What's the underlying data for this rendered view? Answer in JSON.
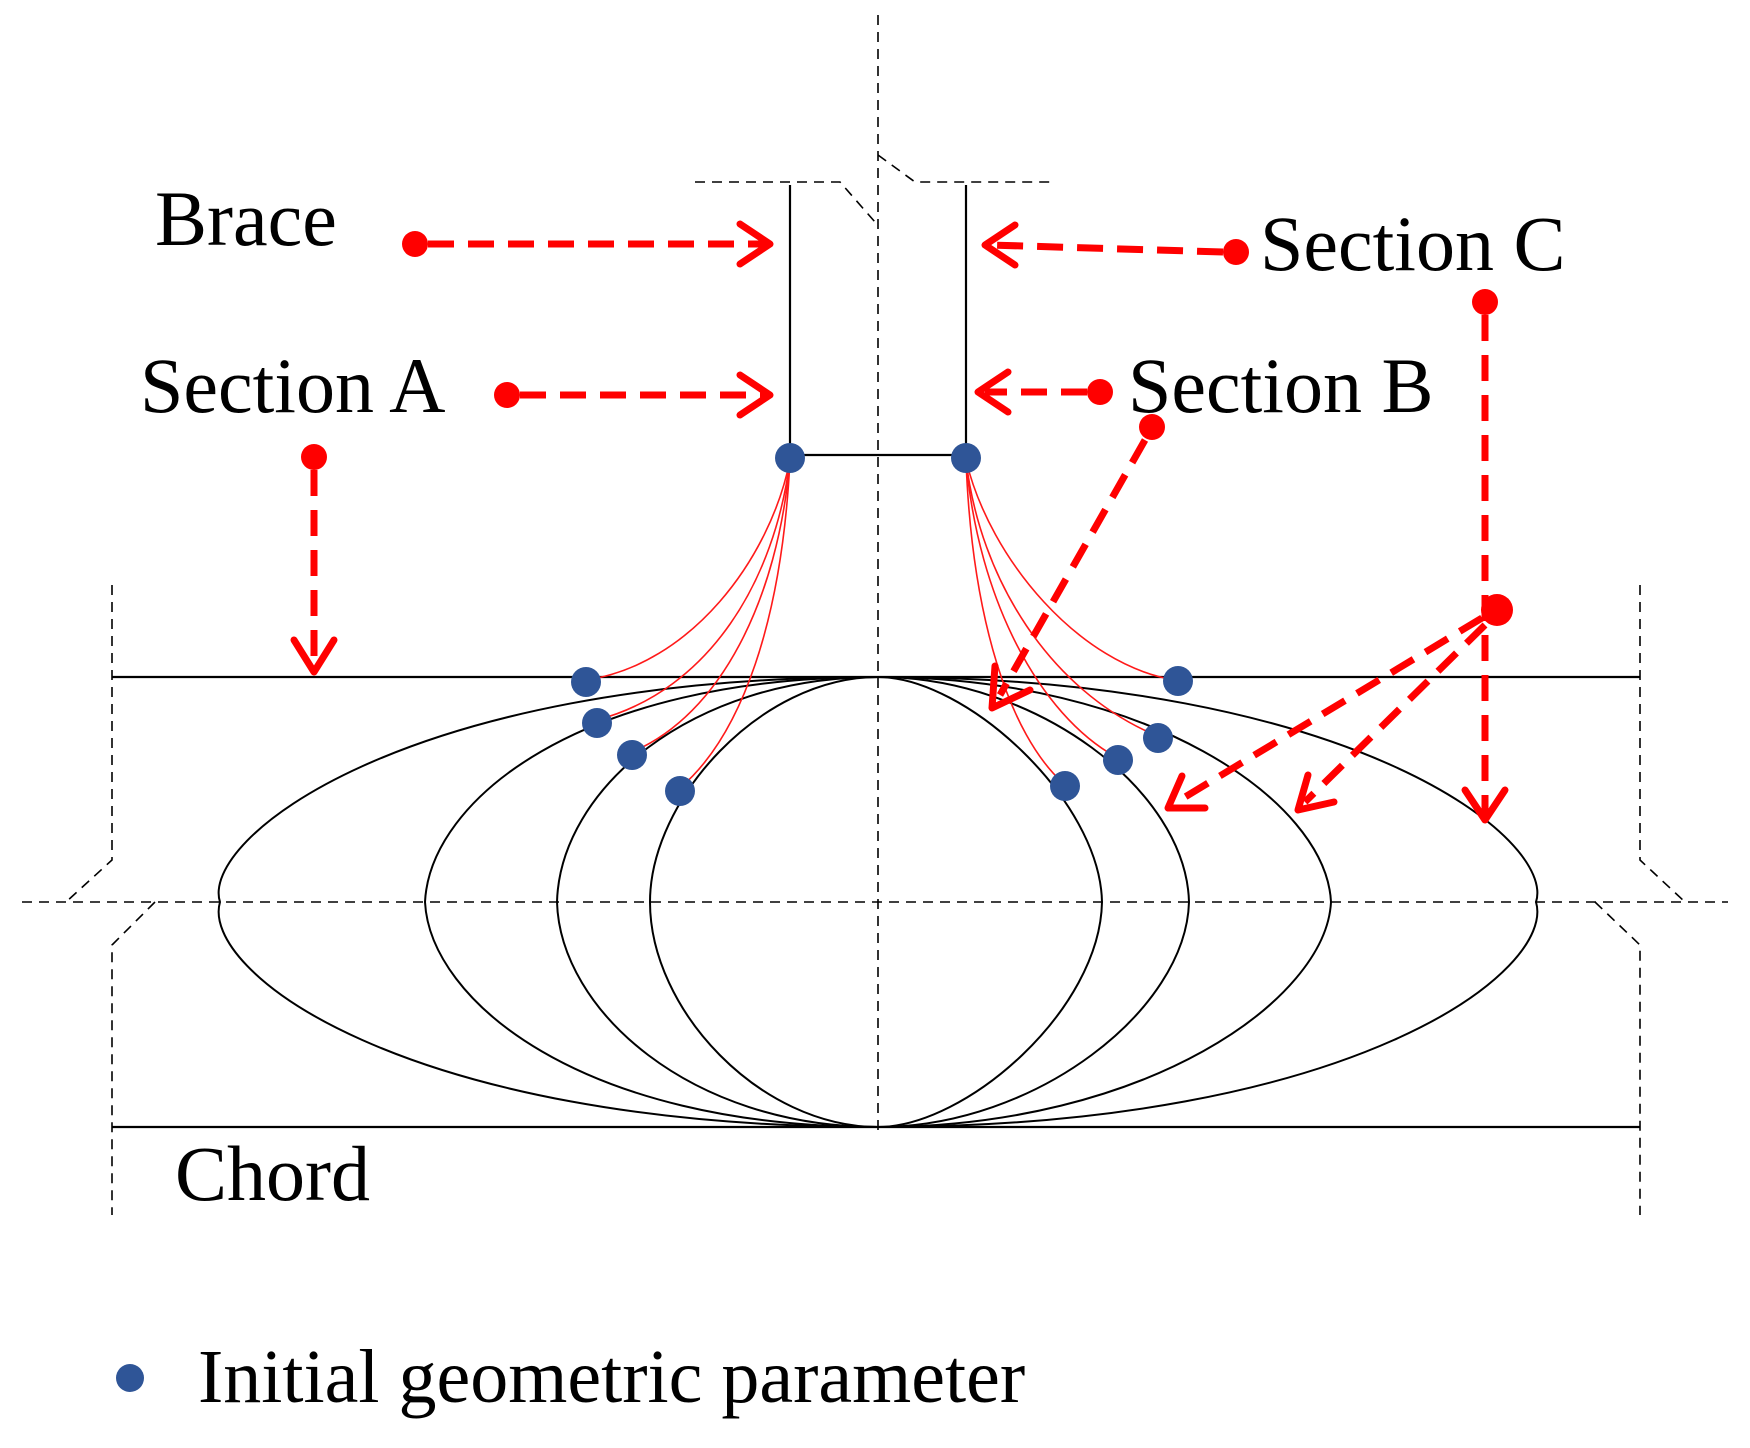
{
  "labels": {
    "brace": "Brace",
    "section_a": "Section A",
    "section_b": "Section B",
    "section_c": "Section C",
    "chord": "Chord"
  },
  "legend": {
    "initial_param": "Initial geometric parameter"
  },
  "colors": {
    "arrow": "#ff0000",
    "param_dot": "#2f5597",
    "line": "#000000"
  }
}
